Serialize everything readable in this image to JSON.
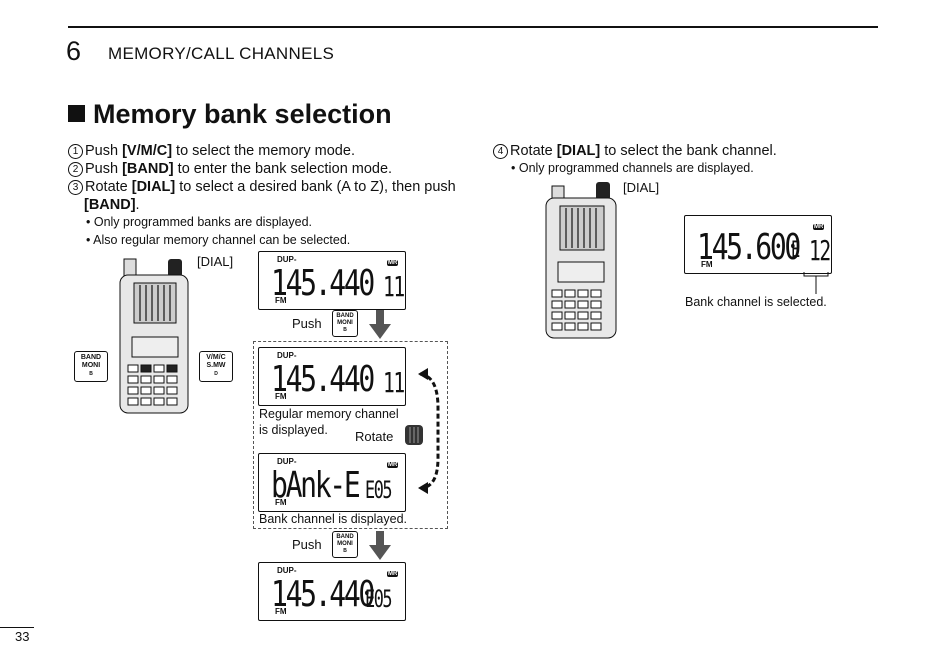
{
  "header": {
    "chapter_number": "6",
    "chapter_title": "MEMORY/CALL CHANNELS"
  },
  "section": {
    "title": "Memory bank selection"
  },
  "steps_left": [
    {
      "num": "1",
      "pre": "Push ",
      "key": "[V/M/C]",
      "post": " to select the memory mode."
    },
    {
      "num": "2",
      "pre": "Push ",
      "key": "[BAND]",
      "post": " to enter the bank selection mode."
    },
    {
      "num": "3",
      "pre": "Rotate ",
      "key": "[DIAL]",
      "post": " to select a desired bank (A to Z), then push",
      "cont": "[BAND]",
      "cont_post": "."
    }
  ],
  "notes_left": [
    "• Only programmed banks are displayed.",
    "• Also regular memory channel can be selected."
  ],
  "step_right": {
    "num": "4",
    "pre": "Rotate ",
    "key": "[DIAL]",
    "post": " to select the bank channel."
  },
  "note_right": "• Only programmed channels are displayed.",
  "labels": {
    "dial_left": "[DIAL]",
    "dial_right": "[DIAL]",
    "push1": "Push",
    "push2": "Push",
    "rotate": "Rotate",
    "regular_line1": "Regular memory channel",
    "regular_line2": "is displayed.",
    "bank_displayed": "Bank channel is displayed.",
    "bank_selected": "Bank channel is selected."
  },
  "keys": {
    "band_l1": "BAND",
    "band_l2": "MONI",
    "band_sub": "B",
    "vmc_l1": "V/M/C",
    "vmc_l2": "S.MW",
    "vmc_sub": "D"
  },
  "lcd": {
    "dup": "DUP-",
    "fm": "FM",
    "mr": "MR",
    "d1_freq": "145.440",
    "d1_ch": "11",
    "d2_freq": "145.440",
    "d2_ch": "11",
    "d3_text": "bAnk-E",
    "d3_ch": "E05",
    "d4_freq": "145.440",
    "d4_ch": "E05",
    "dr_freq": "145.600",
    "dr_bank": "E",
    "dr_ch": "12"
  },
  "footer": {
    "page": "33"
  }
}
